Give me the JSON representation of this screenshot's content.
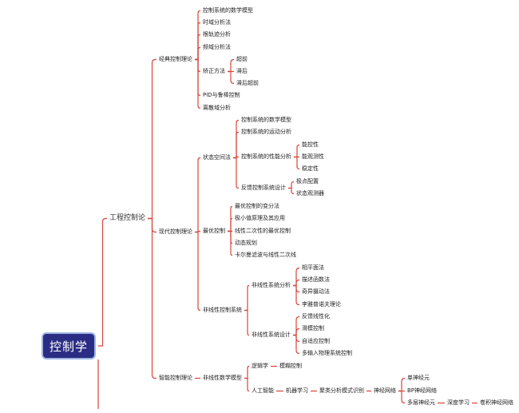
{
  "root": "控制学",
  "nodes": [
    {
      "id": "n1",
      "label": "工程控制论"
    },
    {
      "id": "n2",
      "label": "经典控制理论"
    },
    {
      "id": "n3",
      "label": "控制系统的数学模型"
    },
    {
      "id": "n4",
      "label": "时域分析法"
    },
    {
      "id": "n5",
      "label": "根轨迹分析"
    },
    {
      "id": "n6",
      "label": "频域分析法"
    },
    {
      "id": "n7",
      "label": "矫正方法"
    },
    {
      "id": "n8",
      "label": "超前"
    },
    {
      "id": "n9",
      "label": "滞后"
    },
    {
      "id": "n10",
      "label": "滞后超前"
    },
    {
      "id": "n11",
      "label": "PID与鲁棒控制"
    },
    {
      "id": "n12",
      "label": "离散域分析"
    },
    {
      "id": "n13",
      "label": "现代控制理论"
    },
    {
      "id": "n14",
      "label": "状态空间法"
    },
    {
      "id": "n15",
      "label": "控制系统的数学模型"
    },
    {
      "id": "n16",
      "label": "控制系统的运动分析"
    },
    {
      "id": "n17",
      "label": "控制系统的性能分析"
    },
    {
      "id": "n18",
      "label": "能控性"
    },
    {
      "id": "n19",
      "label": "能观测性"
    },
    {
      "id": "n20",
      "label": "稳定性"
    },
    {
      "id": "n21",
      "label": "反馈控制系统设计"
    },
    {
      "id": "n22",
      "label": "极点配置"
    },
    {
      "id": "n23",
      "label": "状态观测器"
    },
    {
      "id": "n24",
      "label": "最优控制"
    },
    {
      "id": "n25",
      "label": "最优控制的变分法"
    },
    {
      "id": "n26",
      "label": "极小值原理及其应用"
    },
    {
      "id": "n27",
      "label": "线性二次性的最优控制"
    },
    {
      "id": "n28",
      "label": "动态规划"
    },
    {
      "id": "n29",
      "label": "卡尔曼滤波与线性二次线"
    },
    {
      "id": "n30",
      "label": "非线性控制系统"
    },
    {
      "id": "n31",
      "label": "非线性系统分析"
    },
    {
      "id": "n32",
      "label": "相平面法"
    },
    {
      "id": "n33",
      "label": "描述函数法"
    },
    {
      "id": "n34",
      "label": "奇异摄动法"
    },
    {
      "id": "n35",
      "label": "李雅普诺夫理论"
    },
    {
      "id": "n36",
      "label": "非线性系统设计"
    },
    {
      "id": "n37",
      "label": "反馈线性化"
    },
    {
      "id": "n38",
      "label": "滑模控制"
    },
    {
      "id": "n39",
      "label": "自适应控制"
    },
    {
      "id": "n40",
      "label": "多输入物理系统控制"
    },
    {
      "id": "n41",
      "label": "智能控制理论"
    },
    {
      "id": "n42",
      "label": "非线性数学模型"
    },
    {
      "id": "n43",
      "label": "逻辑学"
    },
    {
      "id": "n44",
      "label": "模糊控制"
    },
    {
      "id": "n45",
      "label": "人工智能"
    },
    {
      "id": "n46",
      "label": "机器学习"
    },
    {
      "id": "n47",
      "label": "聚类分析模式识别"
    },
    {
      "id": "n48",
      "label": "神经网络"
    },
    {
      "id": "n49",
      "label": "单神经元"
    },
    {
      "id": "n50",
      "label": "BP神经网络"
    },
    {
      "id": "n51",
      "label": "多层神经元"
    },
    {
      "id": "n52",
      "label": "深度学习"
    },
    {
      "id": "n53",
      "label": "卷积神经网络"
    }
  ],
  "edges": [
    [
      "root",
      "n1"
    ],
    [
      "n1",
      "n2"
    ],
    [
      "n1",
      "n13"
    ],
    [
      "n1",
      "n41"
    ],
    [
      "n2",
      "n3"
    ],
    [
      "n2",
      "n4"
    ],
    [
      "n2",
      "n5"
    ],
    [
      "n2",
      "n6"
    ],
    [
      "n2",
      "n7"
    ],
    [
      "n2",
      "n11"
    ],
    [
      "n2",
      "n12"
    ],
    [
      "n7",
      "n8"
    ],
    [
      "n7",
      "n9"
    ],
    [
      "n7",
      "n10"
    ],
    [
      "n13",
      "n14"
    ],
    [
      "n13",
      "n24"
    ],
    [
      "n13",
      "n30"
    ],
    [
      "n14",
      "n15"
    ],
    [
      "n14",
      "n16"
    ],
    [
      "n14",
      "n17"
    ],
    [
      "n14",
      "n21"
    ],
    [
      "n17",
      "n18"
    ],
    [
      "n17",
      "n19"
    ],
    [
      "n17",
      "n20"
    ],
    [
      "n21",
      "n22"
    ],
    [
      "n21",
      "n23"
    ],
    [
      "n24",
      "n25"
    ],
    [
      "n24",
      "n26"
    ],
    [
      "n24",
      "n27"
    ],
    [
      "n24",
      "n28"
    ],
    [
      "n24",
      "n29"
    ],
    [
      "n30",
      "n31"
    ],
    [
      "n30",
      "n36"
    ],
    [
      "n31",
      "n32"
    ],
    [
      "n31",
      "n33"
    ],
    [
      "n31",
      "n34"
    ],
    [
      "n31",
      "n35"
    ],
    [
      "n36",
      "n37"
    ],
    [
      "n36",
      "n38"
    ],
    [
      "n36",
      "n39"
    ],
    [
      "n36",
      "n40"
    ],
    [
      "n41",
      "n42"
    ],
    [
      "n42",
      "n43"
    ],
    [
      "n42",
      "n45"
    ],
    [
      "n43",
      "n44"
    ],
    [
      "n45",
      "n46"
    ],
    [
      "n46",
      "n47"
    ],
    [
      "n47",
      "n48"
    ],
    [
      "n48",
      "n49"
    ],
    [
      "n48",
      "n50"
    ],
    [
      "n48",
      "n51"
    ],
    [
      "n51",
      "n52"
    ],
    [
      "n52",
      "n53"
    ]
  ]
}
